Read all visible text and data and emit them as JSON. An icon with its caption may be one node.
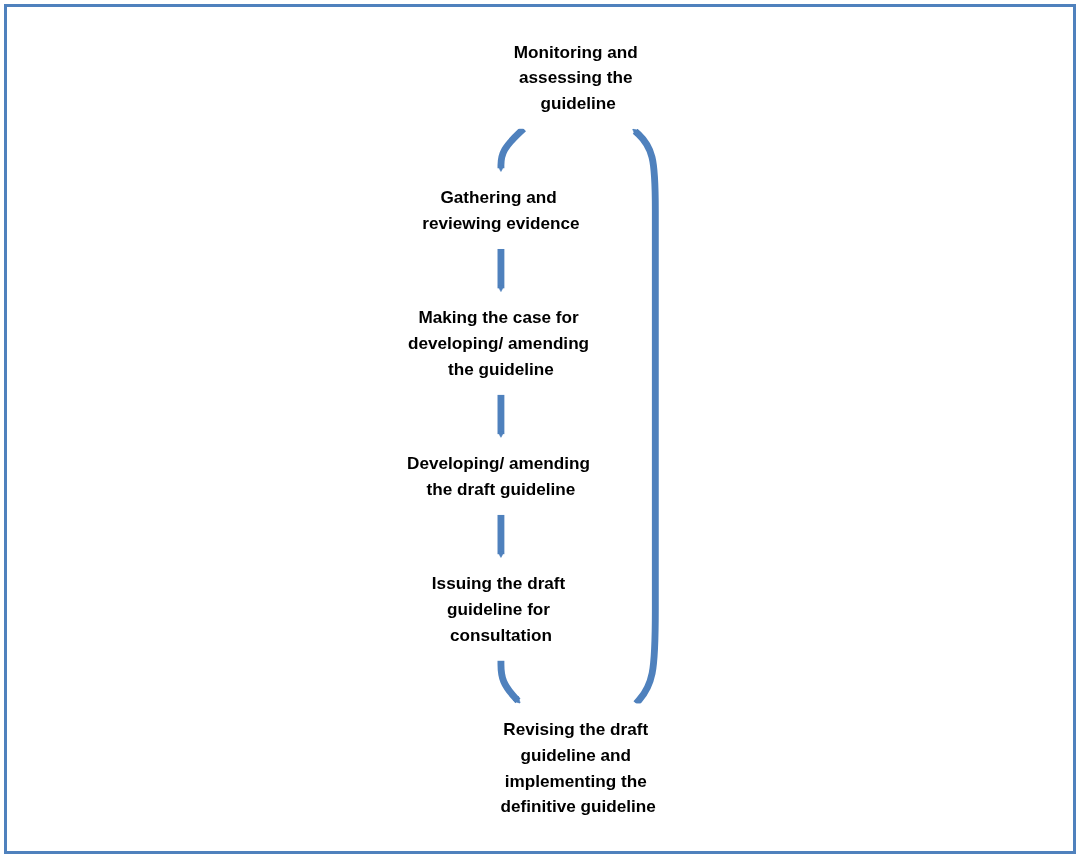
{
  "diagram": {
    "nodes": [
      {
        "text": [
          "Monitoring and assessing the guideline"
        ]
      },
      {
        "text": [
          "Gathering and reviewing evidence"
        ]
      },
      {
        "text": [
          "Making the case for developing/ amending the guideline"
        ]
      },
      {
        "text": [
          "Developing/ amending the draft guideline"
        ]
      },
      {
        "text": [
          "Issuing the draft guideline for consultation"
        ]
      },
      {
        "text": [
          "Revising the draft guideline and implementing the definitive guideline"
        ]
      }
    ],
    "edges": [
      {
        "from": 0,
        "to": 1,
        "arrow": "to"
      },
      {
        "from": 1,
        "to": 2,
        "arrow": "to"
      },
      {
        "from": 2,
        "to": 3,
        "arrow": "to"
      },
      {
        "from": 3,
        "to": 4,
        "arrow": "to"
      },
      {
        "from": 4,
        "to": 5,
        "arrow": "to"
      },
      {
        "from": 5,
        "to": 0,
        "arrow": "to"
      }
    ]
  }
}
